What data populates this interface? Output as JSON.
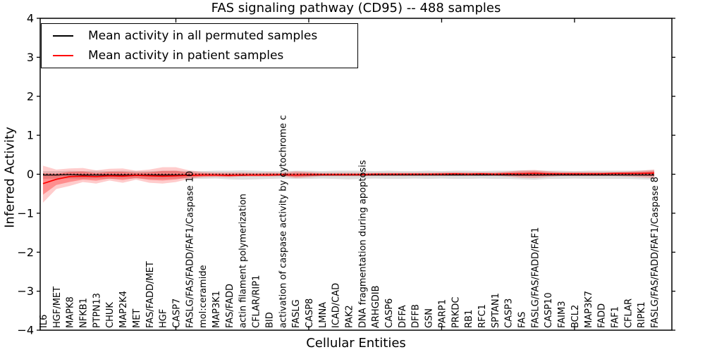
{
  "figure": {
    "title": "FAS signaling pathway (CD95) -- 488 samples",
    "xlabel": "Cellular Entities",
    "ylabel": "Inferred Activity"
  },
  "legend": {
    "items": [
      {
        "label": "Mean activity in all permuted samples",
        "color": "#000000"
      },
      {
        "label": "Mean activity in patient samples",
        "color": "#ff0000"
      }
    ]
  },
  "chart_data": {
    "type": "line",
    "title": "FAS signaling pathway (CD95) -- 488 samples",
    "xlabel": "Cellular Entities",
    "ylabel": "Inferred Activity",
    "ylim": [
      -4,
      4
    ],
    "yticks": [
      -4,
      -3,
      -2,
      -1,
      0,
      1,
      2,
      3,
      4
    ],
    "grid": false,
    "legend_position": "upper left",
    "categories": [
      "IL6",
      "HGF/MET",
      "MAPK8",
      "NFKB1",
      "PTPN13",
      "CHUK",
      "MAP2K4",
      "MET",
      "FAS/FADD/MET",
      "HGF",
      "CASP7",
      "FASLG/FAS/FADD/FAF1/Caspase 10",
      "mol:ceramide",
      "MAP3K1",
      "FAS/FADD",
      "actin filament polymerization",
      "CFLAR/RIP1",
      "BID",
      "activation of caspase activity by cytochrome c",
      "FASLG",
      "CASP8",
      "LMNA",
      "ICAD/CAD",
      "PAK2",
      "DNA fragmentation during apoptosis",
      "ARHGDIB",
      "CASP6",
      "DFFA",
      "DFFB",
      "GSN",
      "PARP1",
      "PRKDC",
      "RB1",
      "RFC1",
      "SPTAN1",
      "CASP3",
      "FAS",
      "FASLG/FAS/FADD/FAF1",
      "CASP10",
      "FAIM3",
      "BCL2",
      "MAP3K7",
      "FADD",
      "FAF1",
      "CFLAR",
      "RIPK1",
      "FASLG/FAS/FADD/FAF1/Caspase 8"
    ],
    "series": [
      {
        "name": "Mean activity in all permuted samples",
        "color": "#000000",
        "style": "solid",
        "values": [
          -0.02,
          -0.02,
          -0.01,
          -0.02,
          -0.02,
          -0.02,
          -0.02,
          -0.02,
          -0.02,
          -0.02,
          -0.02,
          -0.02,
          -0.02,
          -0.02,
          -0.02,
          -0.03,
          -0.02,
          -0.02,
          -0.02,
          -0.02,
          -0.02,
          -0.02,
          -0.02,
          -0.02,
          -0.02,
          -0.02,
          -0.02,
          -0.02,
          -0.02,
          -0.02,
          -0.02,
          -0.02,
          -0.02,
          -0.02,
          -0.02,
          -0.02,
          -0.02,
          -0.02,
          -0.02,
          -0.02,
          -0.02,
          -0.02,
          -0.02,
          -0.02,
          -0.02,
          -0.02,
          -0.02
        ]
      },
      {
        "name": "Mean activity in patient samples",
        "color": "#ff0000",
        "style": "solid",
        "values": [
          -0.24,
          -0.13,
          -0.06,
          -0.05,
          -0.06,
          -0.04,
          -0.05,
          -0.03,
          -0.04,
          -0.05,
          -0.04,
          -0.03,
          -0.02,
          -0.02,
          -0.03,
          -0.02,
          -0.02,
          -0.02,
          -0.01,
          -0.02,
          -0.01,
          -0.01,
          -0.01,
          -0.01,
          -0.01,
          0,
          0,
          0,
          0,
          0,
          0,
          0.01,
          0,
          0.01,
          0,
          0.01,
          0.01,
          0.02,
          0.01,
          0.01,
          0.01,
          0.01,
          0.01,
          0.02,
          0.02,
          0.02,
          0.03
        ]
      },
      {
        "name": "zero reference",
        "color": "#000000",
        "style": "dotted",
        "values": [
          0,
          0,
          0,
          0,
          0,
          0,
          0,
          0,
          0,
          0,
          0,
          0,
          0,
          0,
          0,
          0,
          0,
          0,
          0,
          0,
          0,
          0,
          0,
          0,
          0,
          0,
          0,
          0,
          0,
          0,
          0,
          0,
          0,
          0,
          0,
          0,
          0,
          0,
          0,
          0,
          0,
          0,
          0,
          0,
          0,
          0,
          0
        ]
      }
    ],
    "bands": [
      {
        "name": "permuted samples spread",
        "color": "rgba(0,0,0,0.13)",
        "low": [
          -0.12,
          -0.11,
          -0.11,
          -0.12,
          -0.11,
          -0.12,
          -0.11,
          -0.11,
          -0.12,
          -0.12,
          -0.11,
          -0.11,
          -0.12,
          -0.11,
          -0.13,
          -0.14,
          -0.13,
          -0.12,
          -0.11,
          -0.12,
          -0.12,
          -0.11,
          -0.12,
          -0.13,
          -0.12,
          -0.11,
          -0.12,
          -0.12,
          -0.11,
          -0.12,
          -0.11,
          -0.12,
          -0.12,
          -0.11,
          -0.12,
          -0.12,
          -0.13,
          -0.14,
          -0.12,
          -0.12,
          -0.11,
          -0.12,
          -0.12,
          -0.12,
          -0.12,
          -0.13,
          -0.14
        ],
        "high": [
          0.08,
          0.08,
          0.09,
          0.08,
          0.09,
          0.08,
          0.09,
          0.08,
          0.08,
          0.09,
          0.09,
          0.08,
          0.08,
          0.09,
          0.09,
          0.1,
          0.09,
          0.08,
          0.08,
          0.09,
          0.09,
          0.08,
          0.09,
          0.09,
          0.09,
          0.08,
          0.09,
          0.08,
          0.08,
          0.09,
          0.08,
          0.09,
          0.09,
          0.08,
          0.09,
          0.09,
          0.1,
          0.1,
          0.09,
          0.09,
          0.08,
          0.09,
          0.09,
          0.09,
          0.09,
          0.1,
          0.11
        ]
      },
      {
        "name": "patient samples spread",
        "color": "rgba(255,0,0,0.20)",
        "low": [
          -0.73,
          -0.38,
          -0.3,
          -0.2,
          -0.24,
          -0.16,
          -0.22,
          -0.14,
          -0.22,
          -0.24,
          -0.2,
          -0.12,
          -0.08,
          -0.07,
          -0.08,
          -0.06,
          -0.06,
          -0.06,
          -0.05,
          -0.1,
          -0.08,
          -0.05,
          -0.05,
          -0.05,
          -0.05,
          -0.04,
          -0.04,
          -0.04,
          -0.04,
          -0.04,
          -0.04,
          -0.04,
          -0.04,
          -0.04,
          -0.04,
          -0.06,
          -0.09,
          -0.1,
          -0.07,
          -0.05,
          -0.05,
          -0.05,
          -0.05,
          -0.05,
          -0.06,
          -0.08,
          -0.1
        ],
        "high": [
          0.22,
          0.12,
          0.15,
          0.16,
          0.1,
          0.14,
          0.15,
          0.09,
          0.12,
          0.18,
          0.18,
          0.1,
          0.06,
          0.05,
          0.05,
          0.05,
          0.04,
          0.05,
          0.04,
          0.08,
          0.06,
          0.04,
          0.04,
          0.04,
          0.04,
          0.04,
          0.04,
          0.04,
          0.04,
          0.04,
          0.05,
          0.05,
          0.05,
          0.05,
          0.05,
          0.07,
          0.1,
          0.11,
          0.08,
          0.06,
          0.06,
          0.06,
          0.06,
          0.06,
          0.07,
          0.09,
          0.12
        ]
      }
    ]
  }
}
